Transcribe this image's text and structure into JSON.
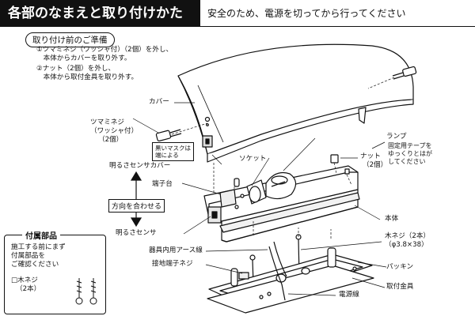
{
  "header": {
    "title": "各部のなまえと取り付けかた",
    "subtitle": "安全のため、電源を切ってから行ってください"
  },
  "prep": {
    "heading": "取り付け前のご準備",
    "step1_line1": "①ツマミネジ（ワッシャ付）（2個）を外し、",
    "step1_line2": "　本体からカバーを取り外す。",
    "step2_line1": "②ナット（2個）を外し、",
    "step2_line2": "　本体から取付金具を取り外す。"
  },
  "labels": {
    "cover": "カバー",
    "knob_screw_1": "ツマミネジ",
    "knob_screw_2": "（ワッシャ付）",
    "knob_screw_3": "（2個）",
    "mask_note_1": "黒いマスクは",
    "mask_note_2": "端による",
    "sensor_cover": "明るさセンサカバー",
    "socket": "ソケット",
    "terminal_block": "端子台",
    "align_direction": "方向を合わせる",
    "brightness_sensor": "明るさセンサ",
    "lamp": "ランプ",
    "lamp_note_1": "固定用テープを",
    "lamp_note_2": "ゆっくりとはが",
    "lamp_note_3": "してください",
    "nut": "ナット",
    "nut_count": "（2個）",
    "main_body": "本体",
    "wood_screw": "木ネジ（2本）",
    "wood_screw_size": "（φ3.8×38）",
    "ground_wire": "器具内用アース線",
    "ground_screw": "接地端子ネジ",
    "packing": "パッキン",
    "power_wire": "電源線",
    "mounting_bracket": "取付金具"
  },
  "accessories": {
    "title": "付属部品",
    "note_1": "施工する前にまず",
    "note_2": "付属部品を",
    "note_3": "ご確認ください",
    "item": "□木ネジ",
    "item_count": "（2本）"
  }
}
